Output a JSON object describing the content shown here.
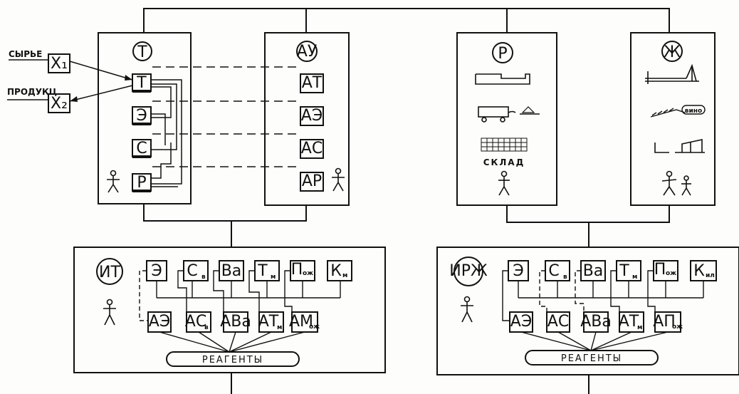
{
  "inputs": {
    "raw_label": "СЫРЬЕ",
    "raw_block": "X₁",
    "product_label": "ПРОДУКЦ",
    "product_block": "X₂"
  },
  "panels": {
    "T": {
      "circle": "Т",
      "blocks": [
        "Т",
        "Э",
        "С",
        "Р"
      ]
    },
    "AU": {
      "circle": "АУ",
      "blocks": [
        "АТ",
        "АЭ",
        "АС",
        "АР"
      ]
    },
    "R": {
      "circle": "Р",
      "store_label": "СКЛАД"
    },
    "ZH": {
      "circle": "Ж",
      "wine_label": "вино"
    },
    "IT": {
      "circle": "ИТ",
      "top": [
        {
          "main": "Э",
          "sub": ""
        },
        {
          "main": "С",
          "sub": "в"
        },
        {
          "main": "Ва",
          "sub": ""
        },
        {
          "main": "Т",
          "sub": "м"
        },
        {
          "main": "П",
          "sub": "ож"
        },
        {
          "main": "К",
          "sub": "м"
        }
      ],
      "bottom": [
        {
          "main": "АЭ",
          "sub": ""
        },
        {
          "main": "АС",
          "sub": "в"
        },
        {
          "main": "АВа",
          "sub": ""
        },
        {
          "main": "АТ",
          "sub": "м"
        },
        {
          "main": "АМ",
          "sub": "ож"
        }
      ],
      "reagents": "РЕАГЕНТЫ"
    },
    "IRZH": {
      "circle": "ИРЖ",
      "top": [
        {
          "main": "Э",
          "sub": ""
        },
        {
          "main": "С",
          "sub": "в"
        },
        {
          "main": "Ва",
          "sub": ""
        },
        {
          "main": "Т",
          "sub": "м"
        },
        {
          "main": "П",
          "sub": "ож"
        },
        {
          "main": "К",
          "sub": "ил"
        }
      ],
      "bottom": [
        {
          "main": "АЭ",
          "sub": ""
        },
        {
          "main": "АС",
          "sub": ""
        },
        {
          "main": "АВа",
          "sub": ""
        },
        {
          "main": "АТ",
          "sub": "м"
        },
        {
          "main": "АП",
          "sub": "ож"
        }
      ],
      "reagents": "РЕАГЕНТЫ"
    }
  }
}
